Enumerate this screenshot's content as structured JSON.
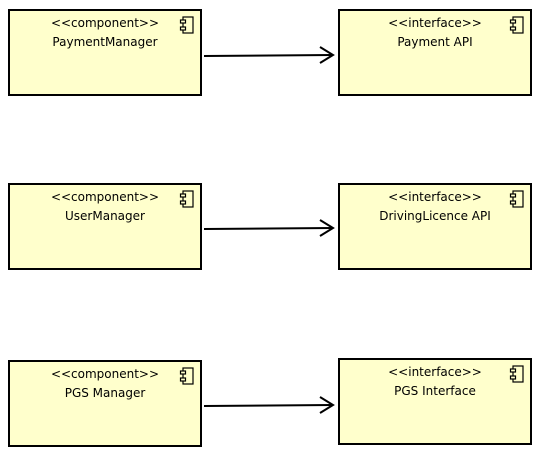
{
  "colors": {
    "node_fill": "#ffffcc",
    "node_border": "#000000",
    "edge": "#000000"
  },
  "rows": [
    {
      "source": {
        "stereotype": "<<component>>",
        "name": "PaymentManager",
        "icon": "component-icon"
      },
      "target": {
        "stereotype": "<<interface>>",
        "name": "Payment API",
        "icon": "component-icon"
      }
    },
    {
      "source": {
        "stereotype": "<<component>>",
        "name": "UserManager",
        "icon": "component-icon"
      },
      "target": {
        "stereotype": "<<interface>>",
        "name": "DrivingLicence API",
        "icon": "component-icon"
      }
    },
    {
      "source": {
        "stereotype": "<<component>>",
        "name": "PGS Manager",
        "icon": "component-icon"
      },
      "target": {
        "stereotype": "<<interface>>",
        "name": "PGS Interface",
        "icon": "component-icon"
      }
    }
  ]
}
